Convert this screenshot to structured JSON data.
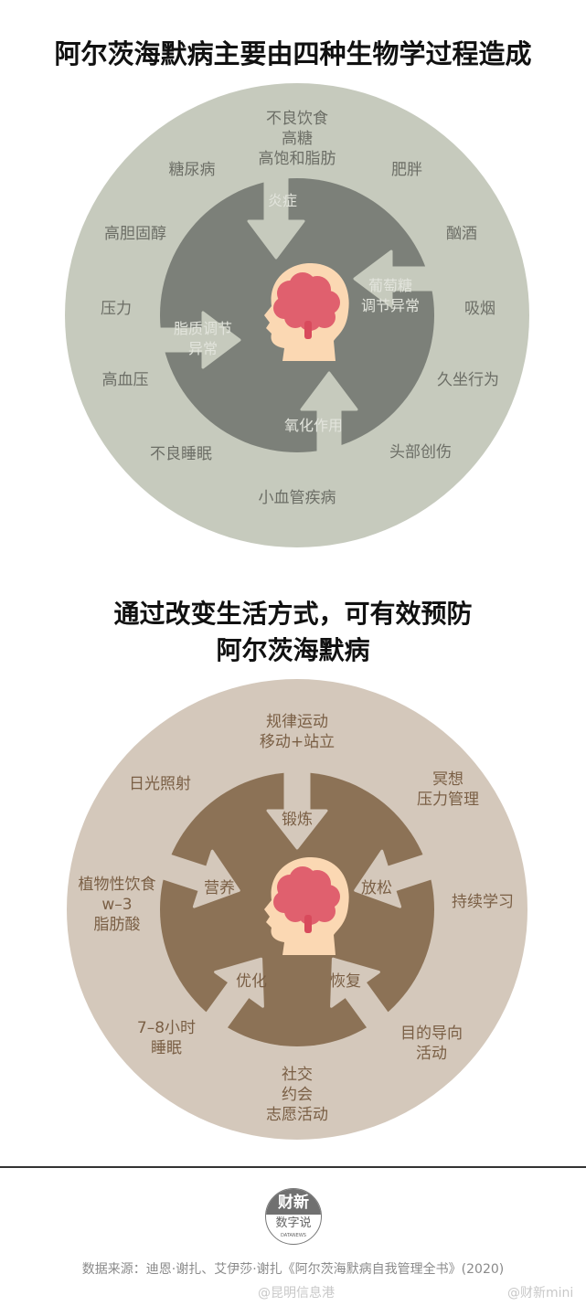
{
  "title1": "阿尔茨海默病主要由四种生物学过程造成",
  "title2": "通过改变生活方式，可有效预防\n阿尔茨海默病",
  "diagram1": {
    "colors": {
      "outer": "#c6cabd",
      "inner": "#7c8079",
      "arrow": "#c6cabd"
    },
    "outer_labels": [
      "不良饮食\n高糖\n高饱和脂肪",
      "肥胖",
      "酗酒",
      "吸烟",
      "久坐行为",
      "头部创伤",
      "小血管疾病",
      "不良睡眠",
      "高血压",
      "压力",
      "高胆固醇",
      "糖尿病"
    ],
    "inner_labels": [
      "炎症",
      "葡萄糖\n调节异常",
      "氧化作用",
      "脂质调节\n异常"
    ]
  },
  "diagram2": {
    "colors": {
      "outer": "#d4c8bb",
      "inner": "#8c7256",
      "arrow": "#d4c8bb"
    },
    "outer_labels": [
      "规律运动\n移动+站立",
      "冥想\n压力管理",
      "持续学习",
      "目的导向\n活动",
      "社交\n约会\n志愿活动",
      "7–8小时\n睡眠",
      "植物性饮食\nw–3\n脂肪酸",
      "日光照射"
    ],
    "inner_labels": [
      "锻炼",
      "放松",
      "恢复",
      "优化",
      "营养"
    ]
  },
  "logo": {
    "top": "财新",
    "bottom": "数字说",
    "sub": "DATANEWS"
  },
  "source": "数据来源：迪恩·谢扎、艾伊莎·谢扎《阿尔茨海默病自我管理全书》(2020)",
  "watermarks": [
    "@昆明信息港",
    "@财新mini"
  ]
}
